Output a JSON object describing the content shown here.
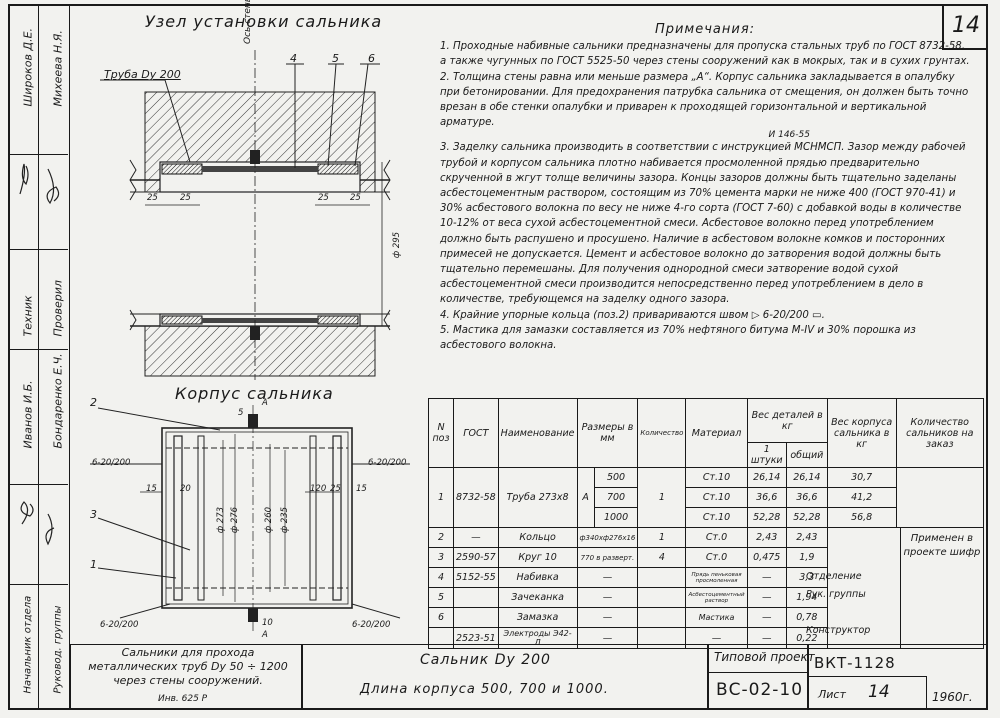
{
  "sheet_number": "14",
  "left_strip": {
    "names": [
      "Широков Д.Е.",
      "Михеева Н.Я.",
      "Иванов И.Б.",
      "Бондаренко Е.Ч."
    ],
    "roles": [
      "Техник",
      "Проверил",
      "Начальник отдела",
      "Руковод. группы"
    ]
  },
  "drawing1": {
    "title": "Узел установки сальника",
    "pipe_label": "Труба Dy 200",
    "wall_axis": "Ось стены",
    "callouts": [
      "4",
      "5",
      "6"
    ],
    "dims": [
      "25",
      "25",
      "25",
      "25",
      "ф 295"
    ]
  },
  "drawing2": {
    "title": "Корпус сальника",
    "callouts": [
      "2",
      "3",
      "1"
    ],
    "dims": [
      "5",
      "А",
      "15",
      "20",
      "ф 273",
      "ф 276",
      "ф 260",
      "ф 235",
      "120",
      "25",
      "15",
      "10",
      "А"
    ],
    "welds": [
      "6-20/200",
      "6-20/200",
      "6-20/200",
      "6-20/200"
    ]
  },
  "notes": {
    "heading": "Примечания:",
    "items": [
      "1. Проходные набивные сальники предназначены для пропуска стальных труб по ГОСТ 8732-58, а также чугунных по ГОСТ 5525-50 через стены сооружений как в мокрых, так и в сухих грунтах.",
      "2. Толщина стены равна или меньше размера „А“. Корпус сальника закладывается в опалубку при бетонировании. Для предохранения патрубка сальника от смещения, он должен быть точно врезан в обе стенки опалубки и приварен к проходящей горизонтальной и вертикальной арматуре.",
      "3. Заделку сальника производить в соответствии с инструкцией МСНМСП. Зазор между рабочей трубой и корпусом сальника плотно набивается просмоленной прядью предварительно скрученной в жгут толще величины зазора. Концы зазоров должны быть тщательно заделаны асбестоцементным раствором, состоящим из 70% цемента марки не ниже 400 (ГОСТ 970-41) и 30% асбестового волокна по весу не ниже 4-го сорта (ГОСТ 7-60) с добавкой воды в количестве 10-12% от веса сухой асбестоцементной смеси. Асбестовое волокно перед употреблением должно быть распушено и просушено. Наличие в асбестовом волокне комков и посторонних примесей не допускается. Цемент и асбестовое волокно до затворения водой должны быть тщательно перемешаны. Для получения однородной смеси затворение водой сухой асбестоцементной смеси производится непосредственно перед употреблением в дело в количестве, требующемся на заделку одного зазора.",
      "4. Крайние упорные кольца (поз.2) привариваются швом ▷ 6-20/200 ▭.",
      "5. Мастика для замазки составляется из 70% нефтяного битума M-IV и 30% порошка из асбестового волокна."
    ],
    "note_ref": "И 146-55"
  },
  "table": {
    "headers": [
      "N поз",
      "ГОСТ",
      "Наименование",
      "Размеры в мм",
      "Количество",
      "Материал",
      "Вес деталей в кг",
      "Вес корпуса сальника в кг",
      "Количество сальников на заказ"
    ],
    "sub_headers": [
      "1 штуки",
      "общий"
    ],
    "rows": [
      {
        "pos": "1",
        "gost": "8732-58",
        "name": "Труба 273х8",
        "size_a": "А",
        "lens": [
          "500",
          "700",
          "1000"
        ],
        "qty": "1",
        "mat": [
          "Ст.10",
          "Ст.10",
          "Ст.10"
        ],
        "w1": [
          "26,14",
          "36,6",
          "52,28"
        ],
        "wt": [
          "26,14",
          "36,6",
          "52,28"
        ],
        "body": [
          "30,7",
          "41,2",
          "56,8"
        ]
      },
      {
        "pos": "2",
        "gost": "—",
        "name": "Кольцо",
        "size": "ф340хф276х16",
        "qty": "1",
        "mat": "Ст.0",
        "w1": "2,43",
        "wt": "2,43"
      },
      {
        "pos": "3",
        "gost": "2590-57",
        "name": "Круг 10",
        "size": "770 в разверт.",
        "qty": "4",
        "mat": "Ст.0",
        "w1": "0,475",
        "wt": "1,9"
      },
      {
        "pos": "4",
        "gost": "5152-55",
        "name": "Набивка",
        "size": "—",
        "mat": "Прядь пеньковая просмоленная",
        "w1": "—",
        "wt": "3,3"
      },
      {
        "pos": "5",
        "gost": "",
        "name": "Зачеканка",
        "size": "—",
        "mat": "Асбестоцементный раствор",
        "w1": "—",
        "wt": "1,94"
      },
      {
        "pos": "6",
        "gost": "",
        "name": "Замазка",
        "size": "—",
        "mat": "Мастика",
        "w1": "—",
        "wt": "0,78"
      },
      {
        "pos": "",
        "gost": "2523-51",
        "name": "Электроды Э42-Л",
        "size": "—",
        "mat": "—",
        "w1": "—",
        "wt": "0,22"
      }
    ],
    "applied_in": "Применен в проекте шифр",
    "roles": [
      "Отделение",
      "Рук. группы",
      "Конструктор"
    ]
  },
  "title_block": {
    "desc": "Сальники для прохода металлических труб Dy 50 ÷ 1200 через стены сооружений.",
    "inv": "Инв. 625 Р",
    "name": "Сальник Dy 200",
    "length": "Длина корпуса 500, 700 и 1000.",
    "type_label": "Типовой проект",
    "code": "ВС-02-10",
    "album": "ВКТ-1128",
    "sheet_label": "Лист",
    "sheet_no": "14",
    "year": "1960г."
  }
}
